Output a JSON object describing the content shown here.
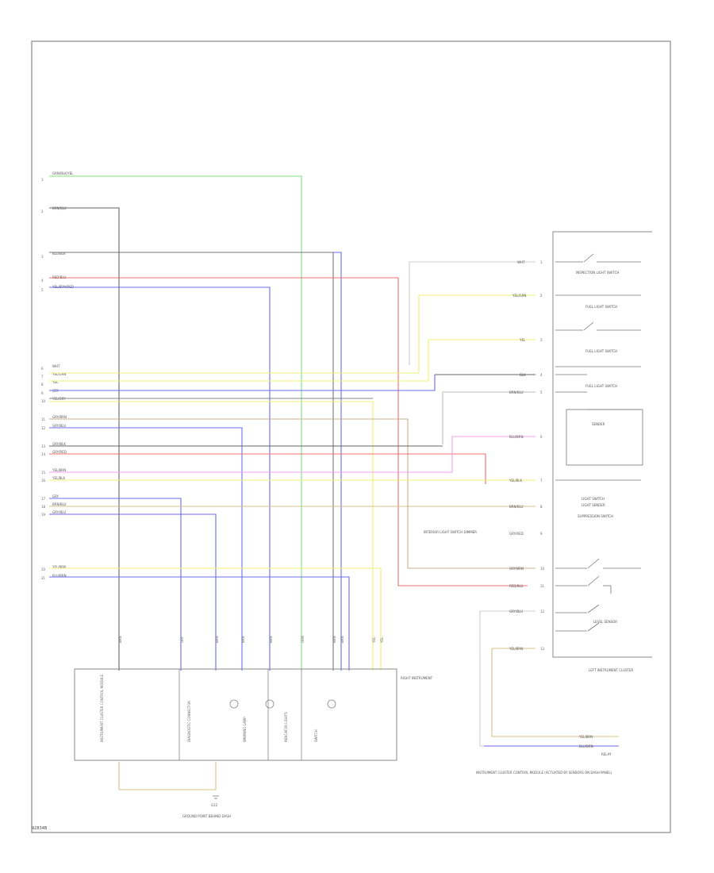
{
  "diagram": {
    "reference_code": "92834B",
    "left_connector_pins": [
      "1",
      "2",
      "3",
      "4",
      "5",
      "6",
      "7",
      "8",
      "9",
      "10",
      "11",
      "12",
      "13",
      "14",
      "15",
      "16",
      "17",
      "18",
      "19",
      "20",
      "21"
    ],
    "left_wire_labels": [
      "GRN/BLK/YEL",
      "BRN/BLU",
      "BLU/BLK",
      "RED/BLU",
      "YEL/BRN/RED",
      "WHT",
      "YEL/GRN",
      "YEL",
      "GRY",
      "YEL/GRY",
      "GRY/BRN",
      "GRY/BLU",
      "GRY/BLK",
      "GRY/RED",
      "YEL/BRN",
      "YEL/BLK",
      "GRY",
      "BRN/BLU",
      "GRY/BLU",
      "YEL/BRN",
      "BLU/BRN"
    ],
    "right_wire_labels": [
      "WHT",
      "YEL/GRN",
      "YEL",
      "BLK",
      "BRN/BLU",
      "BLU/BRN",
      "YEL/BLK",
      "BRN/BLU",
      "GRY/RED",
      "GRY/BRN",
      "RED/BLU",
      "GRY/BLU",
      "YEL/BRN"
    ],
    "right_pins": [
      "1",
      "2",
      "3",
      "4",
      "5",
      "6",
      "7",
      "8",
      "9",
      "10",
      "11",
      "12",
      "13"
    ],
    "right_components": [
      "INSPECTION LIGHT SWITCH",
      "FUEL LIGHT SWITCH",
      "FUEL LIGHT SWITCH",
      "FUEL LIGHT SWITCH",
      "SENDER",
      "LIGHT SWITCH",
      "LIGHT SENDER",
      "SUPPRESSION SWITCH",
      "LEVEL SENSOR"
    ],
    "module_label": "LEFT INSTRUMENT CLUSTER",
    "ground_label": "G12",
    "ground_desc": "GROUND POINT BEHIND DASH",
    "bottom_cells": [
      "INSTRUMENT CLUSTER CONTROL MODULE",
      "DIAGNOSTIC CONNECTOR",
      "WARNING LAMP",
      "INDICATOR LIGHTS",
      "SWITCH"
    ],
    "bottom_wire_labels": [
      "BRN",
      "GRY",
      "BRN",
      "BRN",
      "BRN",
      "GRN",
      "BRN",
      "BRN",
      "YEL",
      "YEL"
    ],
    "right_module_text": "RIGHT INSTRUMENT",
    "bottom_right_note": "INSTRUMENT CLUSTER CONTROL MODULE (ACTUATED BY SENSORS ON DASH PANEL)",
    "bottom_right_wires": [
      "YEL/BRN",
      "BLU/BRN"
    ],
    "relay_label": "RELAY",
    "mid_block_text": "INTERIOR LIGHT SWITCH DIMMER",
    "colors": {
      "green": "#7ee07e",
      "grey": "#666666",
      "blue": "#6b6bf0",
      "red": "#f07070",
      "yellow": "#f0f070",
      "pink": "#f0a0f0",
      "tan": "#d8c08a",
      "outline": "#888888"
    }
  }
}
